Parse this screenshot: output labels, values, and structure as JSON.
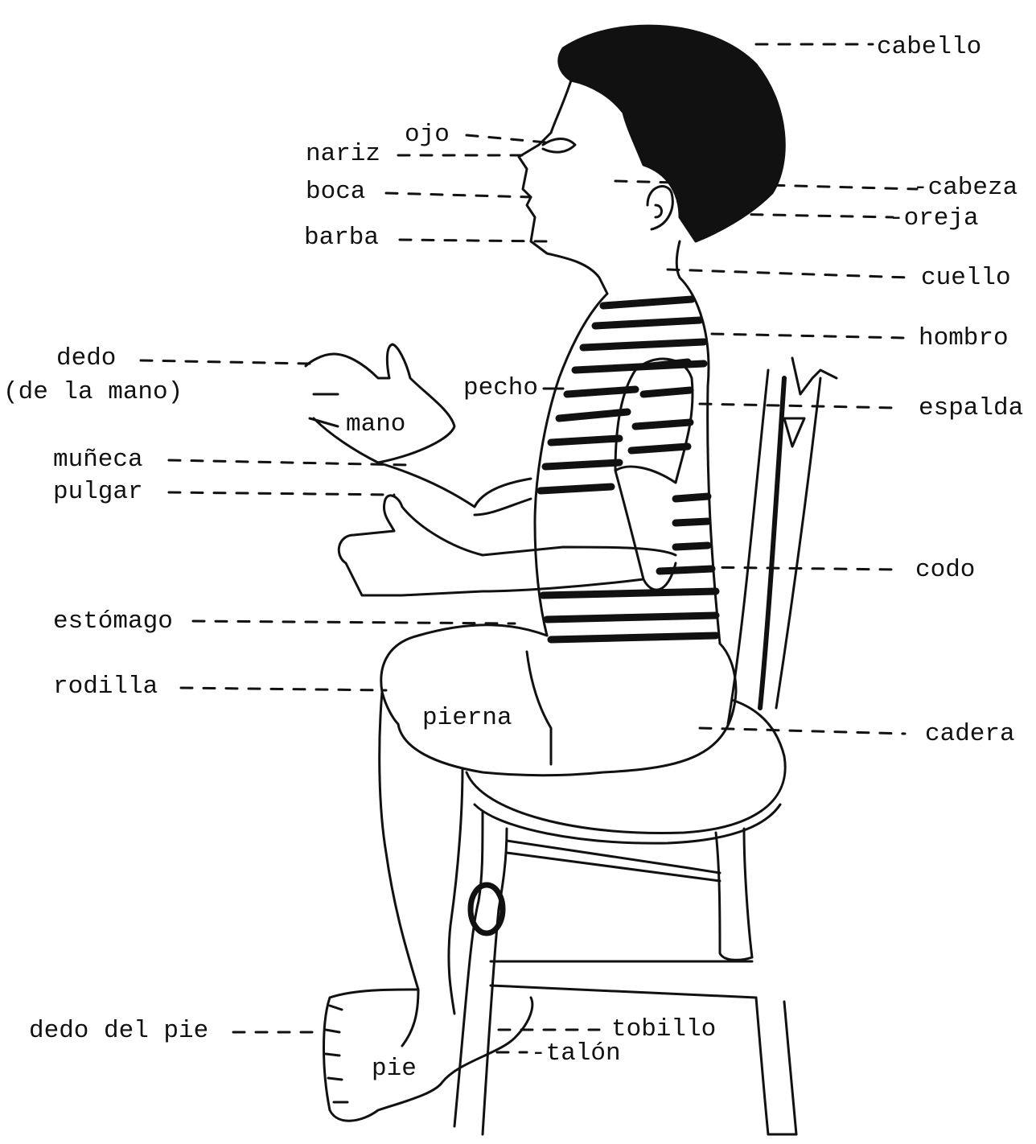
{
  "colors": {
    "ink": "#111111",
    "paper": "#ffffff"
  },
  "labels": {
    "cabello": "cabello",
    "ojo": "ojo",
    "nariz": "nariz",
    "boca": "boca",
    "cabeza": "-cabeza",
    "oreja": "-oreja",
    "barba": "barba",
    "cuello": "cuello",
    "hombro": "hombro",
    "dedo": "dedo",
    "de_la_mano": "(de la mano)",
    "pecho": "pecho",
    "espalda": "espalda",
    "mano": "mano",
    "muneca": "muñeca",
    "pulgar": "pulgar",
    "codo": "codo",
    "estomago": "estómago",
    "rodilla": "rodilla",
    "pierna": "pierna",
    "cadera": "cadera",
    "dedo_del_pie": "dedo del pie",
    "tobillo": "tobillo",
    "talon": "-talón",
    "pie": "pie"
  }
}
